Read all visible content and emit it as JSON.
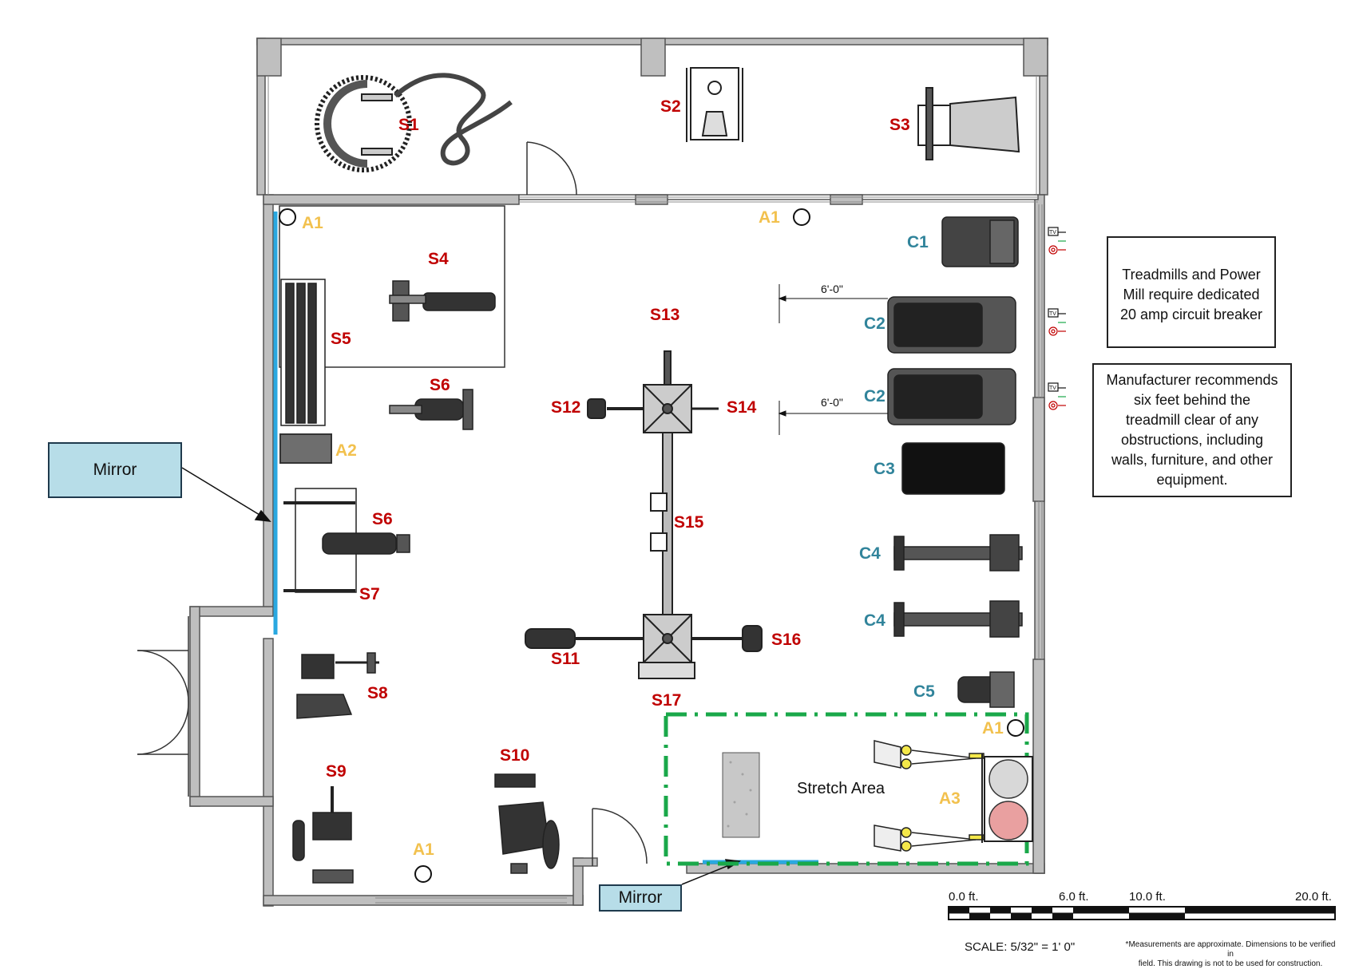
{
  "labels": {
    "S1": "S1",
    "S2": "S2",
    "S3": "S3",
    "S4": "S4",
    "S5": "S5",
    "S6a": "S6",
    "S6b": "S6",
    "S7": "S7",
    "S8": "S8",
    "S9": "S9",
    "S10": "S10",
    "S11": "S11",
    "S12": "S12",
    "S13": "S13",
    "S14": "S14",
    "S15": "S15",
    "S16": "S16",
    "S17": "S17",
    "C1": "C1",
    "C2a": "C2",
    "C2b": "C2",
    "C3": "C3",
    "C4a": "C4",
    "C4b": "C4",
    "C5": "C5",
    "A1a": "A1",
    "A1b": "A1",
    "A1c": "A1",
    "A1d": "A1",
    "A2": "A2",
    "A3": "A3"
  },
  "dimensions": {
    "clearance_1": "6'-0\"",
    "clearance_2": "6'-0\""
  },
  "notes": {
    "circuit_lines": [
      "Treadmills and Power",
      "Mill require dedicated",
      "20 amp circuit breaker"
    ],
    "clearance_lines": [
      "Manufacturer recommends",
      "six feet behind the",
      "treadmill clear of any",
      "obstructions, including",
      "walls, furniture, and other",
      "equipment."
    ],
    "mirror_left": "Mirror",
    "mirror_bottom": "Mirror",
    "stretch_area": "Stretch Area",
    "tv": "TV"
  },
  "scale_bar": {
    "ticks": [
      "0.0 ft.",
      "6.0 ft.",
      "10.0 ft.",
      "20.0 ft."
    ],
    "scale_text": "SCALE:  5/32\" = 1' 0\"",
    "disclaimer_lines": [
      "*Measurements are approximate. Dimensions to be verified in",
      "field. This drawing is not to be used for construction."
    ]
  },
  "colors": {
    "wall": "#a6a6a6",
    "mirror": "#2aa8e0",
    "stretch_border": "#1aa84a",
    "strength": "#c00000",
    "cardio": "#31849b",
    "accessory": "#f2c14e",
    "mirror_box": "#b7dde8"
  }
}
